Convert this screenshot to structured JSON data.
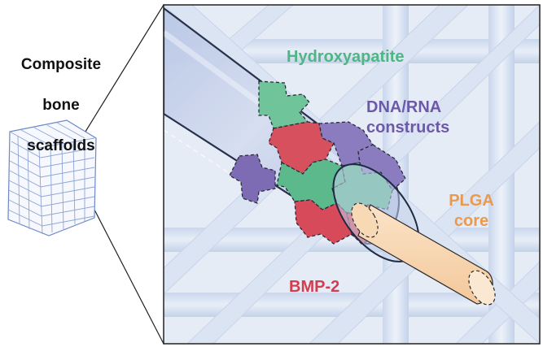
{
  "scaffold": {
    "title_line1": "Composite",
    "title_line2": "bone",
    "title_line3": "scaffolds"
  },
  "labels": {
    "hydroxyapatite": "Hydroxyapatite",
    "dna_line1": "DNA/RNA",
    "dna_line2": "constructs",
    "plga_line1": "PLGA",
    "plga_line2": "core",
    "bmp": "BMP-2"
  },
  "colors": {
    "hydroxyapatite": "#5bb98c",
    "dna_rna": "#7d6bb3",
    "plga": "#e8a060",
    "bmp": "#d64a5a",
    "background_panel": "#dde6f3",
    "fiber": "#b8c8e4"
  }
}
